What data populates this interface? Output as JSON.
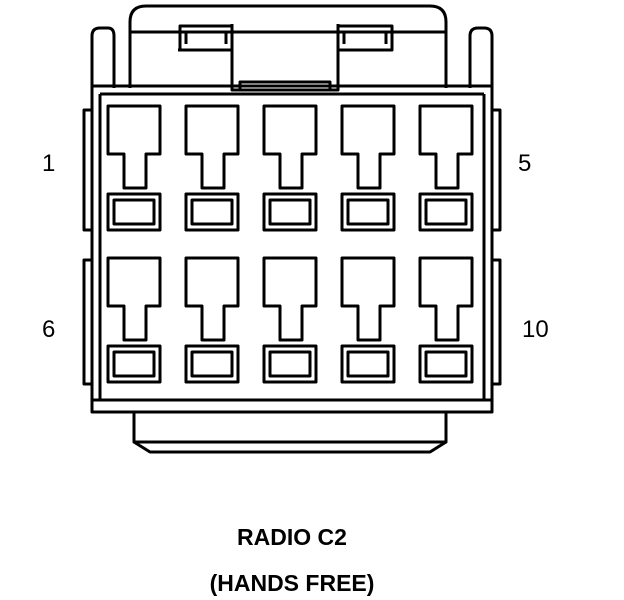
{
  "connector": {
    "pin_labels": [
      {
        "text": "1"
      },
      {
        "text": "5"
      },
      {
        "text": "6"
      },
      {
        "text": "10"
      }
    ],
    "title": "RADIO C2",
    "subtitle": "(HANDS FREE)",
    "pins_per_row": 5,
    "rows": 2,
    "colors": {
      "line": "#000000",
      "background": "#ffffff"
    }
  }
}
